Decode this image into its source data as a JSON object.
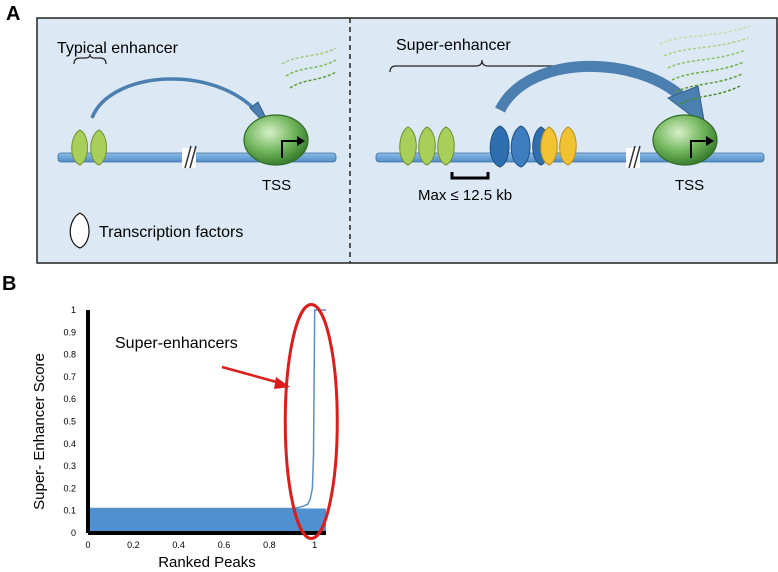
{
  "panel_a": {
    "letter": "A",
    "left": {
      "title": "Typical enhancer",
      "tss": "TSS",
      "legend": "Transcription factors"
    },
    "right": {
      "title": "Super-enhancer",
      "tss": "TSS",
      "distance": "Max ≤ 12.5 kb"
    }
  },
  "panel_b": {
    "letter": "B",
    "annotation": "Super-enhancers"
  },
  "colors": {
    "panel_bg": "#dce8f3",
    "dna": "#5b9bd5",
    "arrow": "#4a7fb0",
    "tf_green": "#a8cf5a",
    "tf_blue": "#2f6fb0",
    "tf_yellow": "#f1c232",
    "polymerase": "#4a9a3c",
    "waves": "#5f9a3a",
    "chart_fill": "#4f90d0",
    "ellipse": "#dd1c1c"
  },
  "chart_data": {
    "type": "area",
    "xlabel": "Ranked Peaks",
    "ylabel": "Super- Enhancer Score",
    "xlim": [
      0,
      1.05
    ],
    "ylim": [
      0,
      1
    ],
    "xticks": [
      0,
      0.2,
      0.4,
      0.6,
      0.8,
      1
    ],
    "yticks": [
      0,
      0.1,
      0.2,
      0.3,
      0.4,
      0.5,
      0.6,
      0.7,
      0.8,
      0.9,
      1
    ],
    "grid": false,
    "x": [
      0,
      0.2,
      0.4,
      0.6,
      0.8,
      0.9,
      0.93,
      0.95,
      0.97,
      0.98,
      0.99,
      0.995,
      1.0,
      1.05
    ],
    "y": [
      0.11,
      0.11,
      0.11,
      0.11,
      0.11,
      0.11,
      0.115,
      0.12,
      0.13,
      0.15,
      0.2,
      0.35,
      1.0,
      1.0
    ],
    "highlight": {
      "label": "Super-enhancers",
      "x_center": 0.985,
      "y_center": 0.5
    }
  }
}
